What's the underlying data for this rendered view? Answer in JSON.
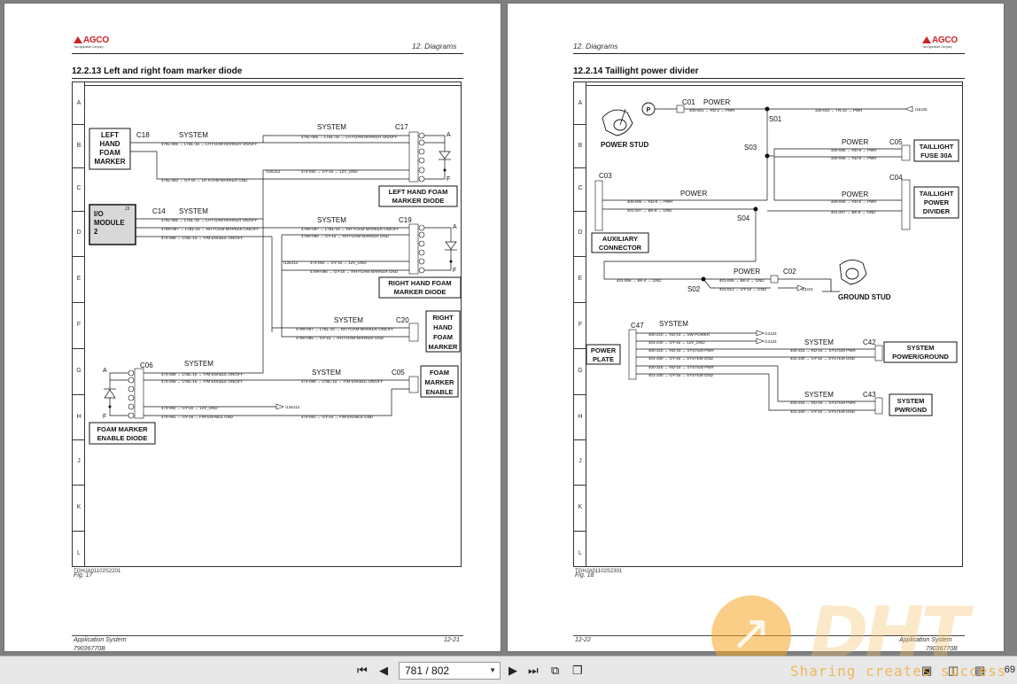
{
  "viewer": {
    "page_indicator": "781 / 802",
    "zoom_value": "69",
    "watermark_tagline": "Sharing creates success"
  },
  "brand": {
    "name": "AGCO",
    "tagline": "Your Agriculture Company",
    "color": "#d0202a"
  },
  "left_page": {
    "chapter": "12. Diagrams",
    "section_title": "12.2.13  Left and right foam marker diode",
    "diagram_id": "TGHJA01102S2201",
    "figure_caption": "Fig. 17",
    "footer_line1": "Application System",
    "footer_line2": "79036770B",
    "page_number": "12-21",
    "rows": [
      "A",
      "B",
      "C",
      "D",
      "E",
      "F",
      "G",
      "H",
      "J",
      "K",
      "L"
    ],
    "boxes": {
      "left_hand_foam_marker": [
        "LEFT",
        "HAND",
        "FOAM",
        "MARKER"
      ],
      "io_module": [
        "I/O",
        "MODULE",
        "2"
      ],
      "lh_diode": [
        "LEFT HAND FOAM",
        "MARKER DIODE"
      ],
      "rh_diode": [
        "RIGHT HAND FOAM",
        "MARKER DIODE"
      ],
      "right_hand_foam_marker": [
        "RIGHT",
        "HAND",
        "FOAM",
        "MARKER"
      ],
      "foam_marker_enable": [
        "FOAM",
        "MARKER",
        "ENABLE"
      ],
      "enable_diode": [
        "FOAM MARKER",
        "ENABLE DIODE"
      ]
    },
    "labels": {
      "c18": "C18",
      "c17": "C17",
      "c14": "C14",
      "c19": "C19",
      "c20": "C20",
      "c06": "C06",
      "c05": "C05",
      "j3": "J3",
      "system": "SYSTEM",
      "a": "A",
      "f": "F",
      "w1": "478L-085 → LTBL-16 → LH FOAM MARKER ON/OFF",
      "w2": "478L-093 → GY-16 → LH FOAM MARKER GND",
      "w3": "479R-087 → LTBL-16 → RH FOAM MARKER ON/OFF",
      "w4": "479R-095 → GY-16 → RH FOAM MARKER GND",
      "w5": "474-089 → LTBL-16 → F/M ENABLE ON/OFF",
      "w6": "474-091 → GY-16 → F/M ENABLE GND",
      "w7": "474-092 → GY-16 → 12V_GND",
      "ref1": "/126J13",
      "ref2": "/126J13",
      "ref3": "/126J13"
    }
  },
  "right_page": {
    "chapter": "12. Diagrams",
    "section_title": "12.2.14  Taillight power divider",
    "diagram_id": "TGHJA01102S2301",
    "figure_caption": "Fig. 18",
    "footer_line1": "Application System",
    "footer_line2": "79036770B",
    "page_number": "12-22",
    "rows": [
      "A",
      "B",
      "C",
      "D",
      "E",
      "F",
      "G",
      "H",
      "J",
      "K",
      "L"
    ],
    "boxes": {
      "taillight_fuse": [
        "TAILLIGHT",
        "FUSE 30A"
      ],
      "taillight_divider": [
        "TAILLIGHT",
        "POWER",
        "DIVIDER"
      ],
      "aux_connector": [
        "AUXILIARY",
        "CONNECTOR"
      ],
      "power_plate": [
        "POWER",
        "PLATE"
      ],
      "system_power_ground": [
        "SYSTEM",
        "POWER/GROUND"
      ],
      "system_pwr_gnd": [
        "SYSTEM",
        "PWR/GND"
      ]
    },
    "labels": {
      "power_stud": "POWER STUD",
      "ground_stud": "GROUND STUD",
      "p": "P",
      "c01": "C01",
      "c05": "C05",
      "c04": "C04",
      "c03": "C03",
      "c02": "C02",
      "c47": "C47",
      "c42": "C42",
      "c43": "C43",
      "s01": "S01",
      "s03": "S03",
      "s04": "S04",
      "s02": "S02",
      "power": "POWER",
      "system": "SYSTEM",
      "w1": "400-001 → RD-2 → PWR",
      "w2": "330-010 → TN-12 → PWR",
      "w3": "400-006 → RD-8 → PWR",
      "w4": "401-207 → BK-8 → GND",
      "w5": "401-006 → BK-4 → GND",
      "w6": "401-013 → GY-10 → GND",
      "w7": "400-210 → RD-14 → SW POWER",
      "w8": "401-240 → GY-16 → 12V_GND",
      "w9": "400-316 → RD-16 → SYSTEM PWR",
      "w10": "401-340 → GY-16 → SYSTEM GND",
      "ref1": "/16J25",
      "ref2": "/13J23",
      "ref3": "/13J23"
    }
  }
}
